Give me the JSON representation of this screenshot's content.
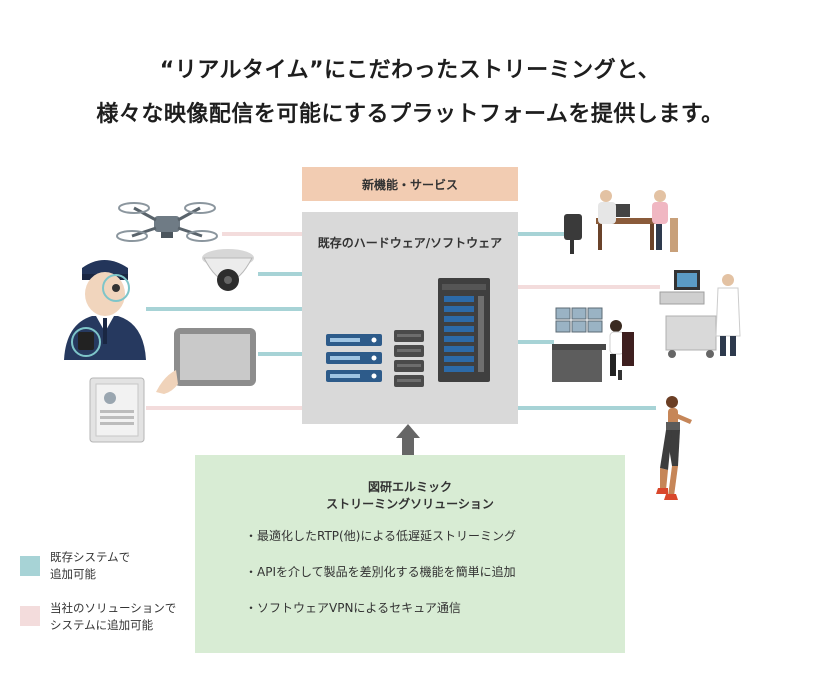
{
  "headline": {
    "line1": "“リアルタイム”にこだわったストリーミングと、",
    "line2": "様々な映像配信を可能にするプラットフォームを提供します。"
  },
  "new_services": {
    "label": "新機能・サービス"
  },
  "existing": {
    "title": "既存のハードウェア/ソフトウェア"
  },
  "solution": {
    "title_line1": "図研エルミック",
    "title_line2": "ストリーミングソリューション",
    "features": [
      "・最適化したRTP(他)による低遅延ストリーミング",
      "・APIを介して製品を差別化する機能を簡単に追加",
      "・ソフトウェアVPNによるセキュア通信"
    ]
  },
  "legend": [
    {
      "label": "既存システムで\n追加可能",
      "color": "#a7d3d6"
    },
    {
      "label": "当社のソリューションで\nシステムに追加可能",
      "color": "#f3dcdc"
    }
  ],
  "colors": {
    "teal_line": "#a7d3d6",
    "pink_line": "#f3dcdc",
    "new_bar": "#f2ccb2",
    "existing_box": "#d9d9d9",
    "solution_box": "#d8ecd4",
    "arrow": "#666666"
  },
  "icons": [
    "drone-icon",
    "security-camera-icon",
    "police-officer-icon",
    "tablet-icon",
    "intercom-icon",
    "server-rack-icon",
    "office-meeting-icon",
    "medical-robot-icon",
    "monitoring-room-icon",
    "runner-icon",
    "arrow-up-icon"
  ]
}
